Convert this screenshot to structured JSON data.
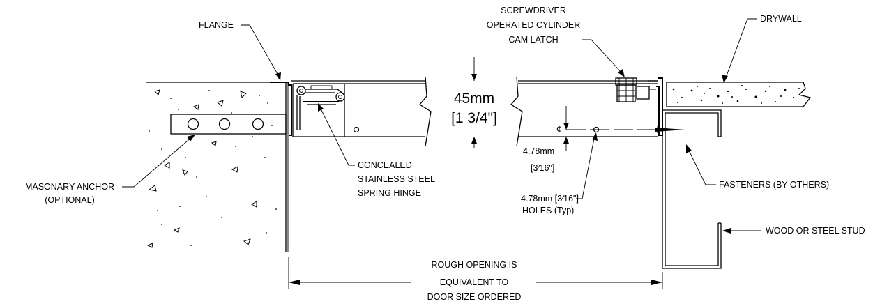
{
  "labels": {
    "flange": "FLANGE",
    "latch": [
      "SCREWDRIVER",
      "OPERATED CYLINDER",
      "CAM LATCH"
    ],
    "drywall": "DRYWALL",
    "thickness": [
      "45mm",
      "[1 3/4\"]"
    ],
    "anchor": [
      "MASONARY ANCHOR",
      "(OPTIONAL)"
    ],
    "hinge": [
      "CONCEALED",
      "STAINLESS STEEL",
      "SPRING HINGE"
    ],
    "centerline": "℄",
    "edge_dim": [
      "4.78mm",
      "[3⁄16\"]"
    ],
    "holes": [
      "4.78mm [3⁄16\"]",
      "HOLES (Typ)"
    ],
    "fasteners": "FASTENERS (BY OTHERS)",
    "stud": "WOOD OR STEEL STUD",
    "opening": [
      "ROUGH OPENING IS",
      "EQUIVALENT TO",
      "DOOR SIZE ORDERED"
    ]
  }
}
